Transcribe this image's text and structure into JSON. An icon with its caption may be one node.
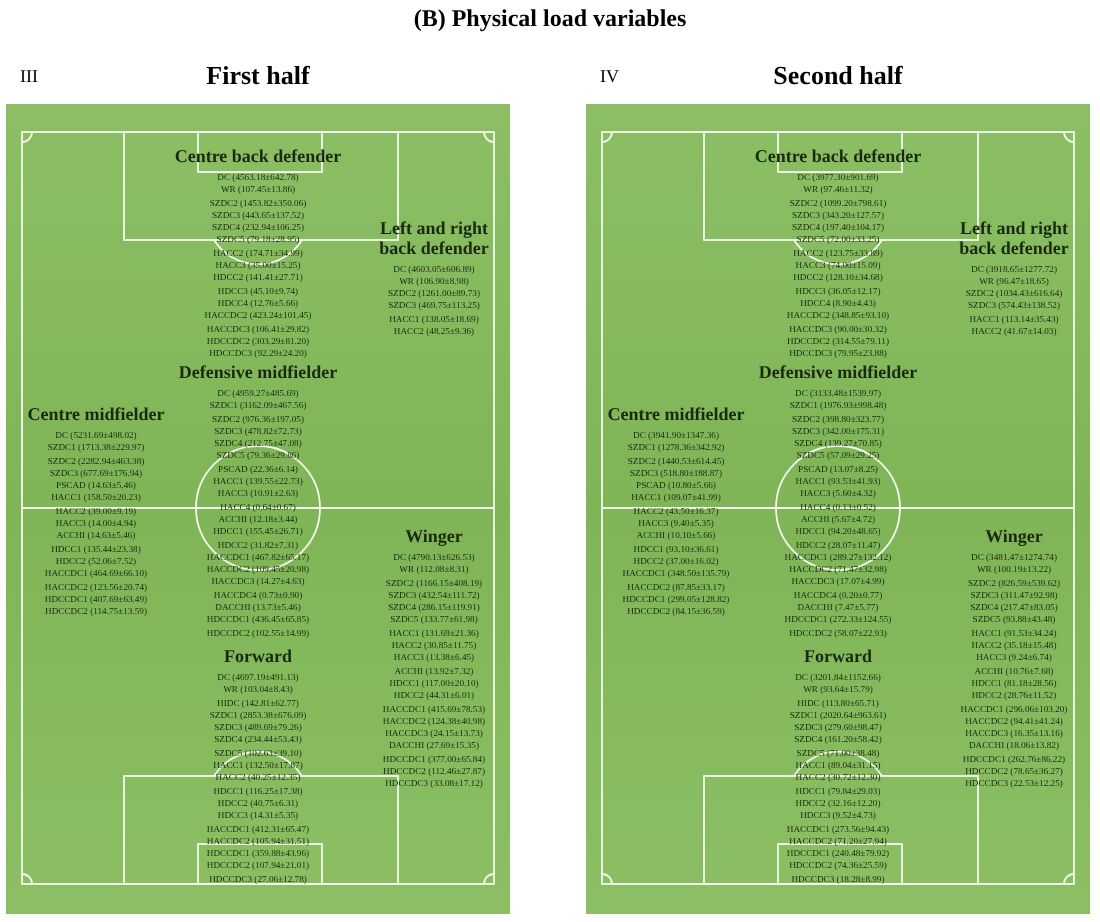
{
  "diagram": {
    "title": "(B) Physical load variables",
    "nodes": [
      {
        "text": [
          "First half"
        ]
      },
      {
        "text": [
          "Centre back defender",
          "DC (4563.18±642.78)",
          "WR (107.45±13.86)",
          "SZDC2 (1453.82±350.06)",
          "SZDC3 (443.65±137.52)",
          "SZDC4 (232.94±106.25)",
          "SZDC5 (79.18±28.95)",
          "HACC2 (174.71±34.99)",
          "HACC3 (35.00±15.25)",
          "HDCC2 (141.41±27.71)",
          "HDCC3 (45.10±9.74)",
          "HDCC4 (12.76±5.66)",
          "HACCDC2 (423.24±101.45)",
          "HACCDC3 (106.41±29.82)",
          "HDCCDC2 (303.29±81.20)",
          "HDCCDC3 (92.29±24.20)"
        ],
        "in": 0
      },
      {
        "text": [
          "Left and right back defender",
          "DC (4603.05±606.89)",
          "WR (106.90±8.98)",
          "SZDC2 (1261.00±89.73)",
          "SZDC3 (469.75±113.25)",
          "HACC1 (138.05±18.69)",
          "HACC2 (48.25±9.36)"
        ],
        "in": 0
      },
      {
        "text": [
          "Defensive midfielder",
          "DC (4959.27±485.69)",
          "SZDC1 (3162.09±467.56)",
          "SZDC2 (976.36±197.05)",
          "SZDC3 (478.82±72.73)",
          "SZDC4 (212.75±47.08)",
          "SZDC5 (79.36±29.86)",
          "PSCAD (22.36±6.14)",
          "HACC1 (139.55±22.73)",
          "HACC3 (10.91±2.63)",
          "HACC4 (0.64±0.67)",
          "ACCHI (12.18±3.44)",
          "HDCC1 (155.45±26.71)",
          "HDCC2 (31.82±7.31)",
          "HACCDC1 (467.82±65.17)",
          "HACCDC2 (109.45±20.98)",
          "HACCDC3 (14.27±4.63)",
          "HACCDC4 (0.73±0.90)",
          "DACCHI (13.73±5.46)",
          "HDCCDC1 (436.45±65.85)",
          "HDCCDC2 (102.55±14.99)"
        ],
        "in": 0
      },
      {
        "text": [
          "Centre midfielder",
          "DC (5231.69±498.02)",
          "SZDC1 (1713.38±229.97)",
          "SZDC2 (2282.94±463.38)",
          "SZDC3 (677.69±176.94)",
          "PSCAD (14.63±5.46)",
          "HACC1 (158.50±20.23)",
          "HACC2 (39.00±9.19)",
          "HACC3 (14.00±4.94)",
          "ACCHI (14.63±5.46)",
          "HDCC1 (135.44±23.38)",
          "HDCC2 (52.06±7.52)",
          "HACCDC1 (464.69±66.10)",
          "HACCDC2 (123.56±20.74)",
          "HDCCDC1 (407.69±63.49)",
          "HDCCDC2 (114.75±13.59)"
        ],
        "in": 0
      },
      {
        "text": [
          "Winger",
          "DC (4790.13±626.53)",
          "WR (112.08±8.31)",
          "SZDC2 (1166.15±408.19)",
          "SZDC3 (432.54±111.72)",
          "SZDC4 (286.15±119.91)",
          "SZDC5 (133.77±61.98)",
          "HACC1 (131.69±21.36)",
          "HACC2 (30.85±11.75)",
          "HACC3 (13.38±6.45)",
          "ACCHI (13.92±7.32)",
          "HDCC1 (117.00±20.10)",
          "HDCC2 (44.31±6.01)",
          "HACCDC1 (415.69±78.53)",
          "HACCDC2 (124.38±40.98)",
          "HACCDC3 (24.15±13.73)",
          "DACCHI (27.69±15.35)",
          "HDCCDC1 (377.00±65.84)",
          "HDCCDC2 (112.46±27.87)",
          "HDCCDC3 (33.08±17.12)"
        ],
        "in": 0
      },
      {
        "text": [
          "Forward",
          "DC (4697.19±491.13)",
          "WR (103.04±8.43)",
          "HIDC (142.81±62.77)",
          "SZDC1 (2853.38±676.09)",
          "SZDC3 (489.69±79.26)",
          "SZDC4 (234.44±53.43)",
          "SZDC5 (102.63±39.10)",
          "HACC1 (132.50±17.87)",
          "HACC2 (40.25±12.35)",
          "HDCC1 (116.25±17.38)",
          "HDCC2 (40.75±6.31)",
          "HDCC3 (14.31±5.35)",
          "HACCDC1 (412.31±65.47)",
          "HACCDC2 (105.94±31.51)",
          "HDCCDC1 (359.88±43.96)",
          "HDCCDC2 (107.94±21.01)",
          "HDCCDC3 (27.06±12.78)"
        ],
        "in": 0
      },
      {
        "text": [
          "Second half"
        ]
      },
      {
        "text": [
          "Centre back defender",
          "DC (3977.30±901.69)",
          "WR (97.46±11.32)",
          "SZDC2 (1099.20±798.61)",
          "SZDC3 (343.20±127.57)",
          "SZDC4 (197.40±104.17)",
          "SZDC5 (72.00±33.25)",
          "HACC2 (123.75±33.89)",
          "HACC3 (74.00±15.09)",
          "HDCC2 (128.10±34.68)",
          "HDCC3 (36.05±12.17)",
          "HDCC4 (8.90±4.43)",
          "HACCDC2 (348.85±93.10)",
          "HACCDC3 (90.00±30.32)",
          "HDCCDC2 (314.55±79.11)",
          "HDCCDC3 (79.95±23.88)"
        ],
        "in": 7
      },
      {
        "text": [
          "Left and right back defender",
          "DC (3918.65±1277.72)",
          "WR (96.47±18.65)",
          "SZDC2 (1034.43±616.64)",
          "SZDC3 (574.43±138.52)",
          "HACC1 (113.14±35.43)",
          "HACC2 (41.67±14.03)"
        ],
        "in": 7
      },
      {
        "text": [
          "Defensive midfielder",
          "DC (3133.48±1539.97)",
          "SZDC1 (1976.93±998.48)",
          "SZDC2 (398.80±323.77)",
          "SZDC3 (342.00±175.31)",
          "SZDC4 (139.27±70.85)",
          "SZDC5 (57.09±29.25)",
          "PSCAD (13.07±8.25)",
          "HACC1 (93.53±41.93)",
          "HACC3 (5.60±4.32)",
          "HACC4 (0.13±0.52)",
          "ACCHI (5.67±4.72)",
          "HDCC1 (94.20±48.65)",
          "HDCC2 (28.07±11.47)",
          "HACCDC1 (289.27±132.12)",
          "HACCDC2 (71.47±32.98)",
          "HACCDC3 (17.07±4.99)",
          "HACCDC4 (0.20±0.77)",
          "DACCHI (7.47±5.77)",
          "HDCCDC1 (272.33±124.55)",
          "HDCCDC2 (58.07±22.93)"
        ],
        "in": 7
      },
      {
        "text": [
          "Centre midfielder",
          "DC (3941.90±1347.36)",
          "SZDC1 (1278.36±342.92)",
          "SZDC2 (1440.53±614.45)",
          "SZDC3 (518.80±188.87)",
          "PSCAD (10.80±5.66)",
          "HACC1 (109.07±41.99)",
          "HACC2 (43.50±16.37)",
          "HACC3 (9.40±5.35)",
          "ACCHI (10.10±5.66)",
          "HDCC1 (93.10±36.61)",
          "HDCC2 (37.00±16.02)",
          "HACCDC1 (348.50±135.79)",
          "HACCDC2 (87.85±33.17)",
          "HDCCDC1 (299.05±128.82)",
          "HDCCDC2 (84.15±36.59)"
        ],
        "in": 7
      },
      {
        "text": [
          "Winger",
          "DC (3481.47±1274.74)",
          "WR (100.19±13.22)",
          "SZDC2 (826.59±539.62)",
          "SZDC3 (311.47±92.98)",
          "SZDC4 (217.47±83.05)",
          "SZDC5 (93.88±43.48)",
          "HACC1 (91.53±34.24)",
          "HACC2 (35.18±15.48)",
          "HACC3 (9.24±6.74)",
          "ACCHI (10.76±7.68)",
          "HDCC1 (81.18±28.56)",
          "HDCC2 (28.76±11.52)",
          "HACCDC1 (296.06±103.20)",
          "HACCDC2 (94.41±41.24)",
          "HACCDC3 (16.35±13.16)",
          "DACCHI (18.06±13.82)",
          "HDCCDC1 (262.76±86.22)",
          "HDCCDC2 (78.65±36.27)",
          "HDCCDC3 (22.53±12.25)"
        ],
        "in": 7
      },
      {
        "text": [
          "Forward",
          "DC (3201.84±1152.66)",
          "WR (93.64±15.79)",
          "HIDC (113.80±65.71)",
          "SZDC1 (2020.64±963.61)",
          "SZDC3 (279.60±98.47)",
          "SZDC4 (161.20±58.42)",
          "SZDC5 (71.00±38.48)",
          "HACC1 (89.04±31.15)",
          "HACC2 (30.72±12.30)",
          "HDCC1 (79.84±29.03)",
          "HDCC2 (32.16±12.20)",
          "HDCC3 (9.52±4.73)",
          "HACCDC1 (273.56±94.43)",
          "HACCDC2 (71.20±27.94)",
          "HDCCDC1 (240.48±79.92)",
          "HDCCDC2 (74.36±25.59)",
          "HDCCDC3 (18.28±8.99)"
        ],
        "in": 7
      }
    ],
    "labels": [
      "III",
      "IV"
    ]
  }
}
